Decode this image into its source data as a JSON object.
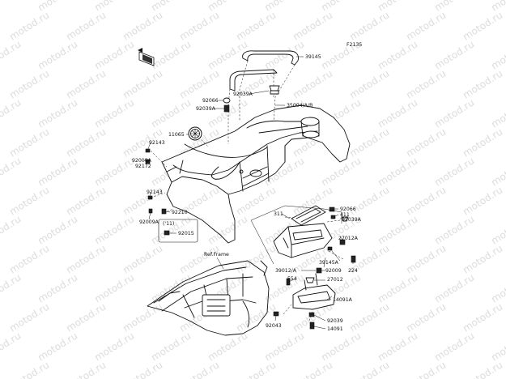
{
  "diagram_code": "F2135",
  "watermark_text": "motod.ru",
  "ref_frame_label": "Ref.Frame",
  "year_note": "('11)",
  "front_icon": "front-direction-icon",
  "colors": {
    "line": "#111111",
    "watermark": "#9a9a9a",
    "background": "#ffffff"
  },
  "labels": {
    "p39145": "39145",
    "p92066_top": "92066",
    "p92039A_top": "92039A",
    "p92039A_left": "92039A",
    "p35004": "35004/A/B",
    "p11065": "11065",
    "p92143_top": "92143",
    "p92009A_top": "92009A",
    "p92172": "92172",
    "p92143_bot": "92143",
    "p92009A_bot": "92009A",
    "p92210": "92210",
    "p92015": "92015",
    "p311": "311",
    "p92066_right": "92066",
    "p411": "411",
    "p92039A_right": "92039A",
    "p27012A": "27012A",
    "p39145A": "39145A",
    "p224": "224",
    "p39012": "39012/A",
    "p92009": "92009",
    "p554": "554",
    "p27012": "27012",
    "p14091A": "14091A",
    "p92043": "92043",
    "p92039": "92039",
    "p14091": "14091"
  }
}
